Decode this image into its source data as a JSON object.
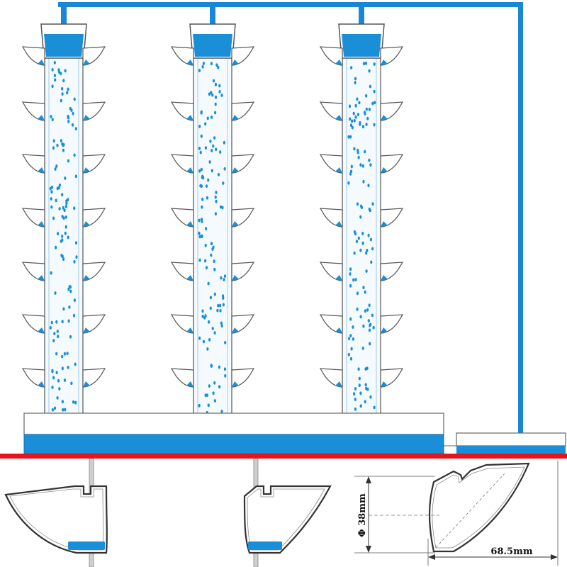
{
  "diagram": {
    "towers": [
      {
        "id": "tower-1"
      },
      {
        "id": "tower-2"
      },
      {
        "id": "tower-3"
      }
    ],
    "pots_per_tower": 7,
    "cup_detail": {
      "diameter_label": "Φ 38mm",
      "width_label": "68.5mm"
    }
  },
  "colors": {
    "water": "#1a8fd8",
    "pipe": "#1b87d4",
    "divider": "#e8141c",
    "outline": "#555555",
    "tower_fill": "#eef6fc"
  }
}
